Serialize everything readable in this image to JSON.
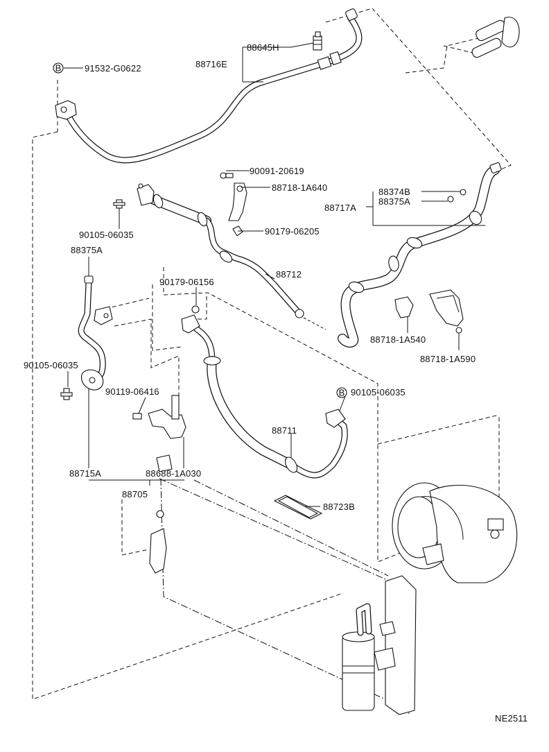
{
  "diagram_code": "NE2511",
  "labels": {
    "p91532": "91532-G0622",
    "p88645H": "88645H",
    "p88716E": "88716E",
    "p90091": "90091-20619",
    "p88718_1A640": "88718-1A640",
    "p88374B": "88374B",
    "p88375A_top": "88375A",
    "p88717A": "88717A",
    "p90105_top": "90105-06035",
    "p90179_06205": "90179-06205",
    "p88375A_left": "88375A",
    "p88712": "88712",
    "p90179_06156": "90179-06156",
    "p88718_1A540": "88718-1A540",
    "p88718_1A590": "88718-1A590",
    "p90105_left": "90105-06035",
    "p90119": "90119-06416",
    "p90105_mid": "90105-06035",
    "p88711": "88711",
    "p88715A": "88715A",
    "p88688": "88688-1A030",
    "p88705": "88705",
    "p88723B": "88723B"
  },
  "markers": {
    "b_top": "B",
    "b_mid": "B"
  }
}
